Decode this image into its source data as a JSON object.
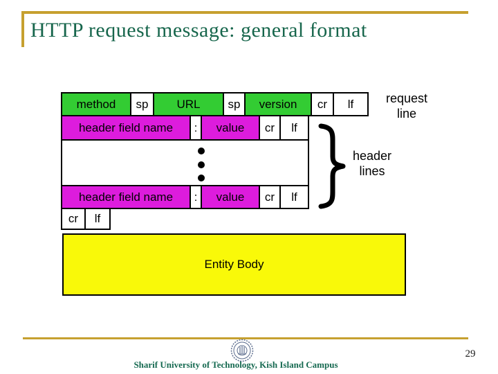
{
  "slide": {
    "title": "HTTP request message: general format",
    "page_number": "29",
    "footer": "Sharif University of Technology, Kish Island Campus"
  },
  "colors": {
    "gold": "#C6A02F",
    "title_green": "#17664C",
    "footer_green": "#156950",
    "box_green": "#33CC33",
    "box_magenta": "#DD1CDD",
    "box_yellow": "#F9F909"
  },
  "diagram": {
    "request_line_row": {
      "cells": [
        "method",
        "sp",
        "URL",
        "sp",
        "version",
        "cr",
        "lf"
      ]
    },
    "request_line_label": {
      "line1": "request",
      "line2": "line"
    },
    "header_row_1": {
      "cells": [
        "header field name",
        ":",
        "value",
        "cr",
        "lf"
      ]
    },
    "header_row_2": {
      "cells": [
        "header field name",
        ":",
        "value",
        "cr",
        "lf"
      ]
    },
    "ellipsis_icon": "vertical-dots",
    "crlf_row": {
      "cells": [
        "cr",
        "lf"
      ]
    },
    "header_lines_label": {
      "line1": "header",
      "line2": "lines"
    },
    "entity_body_label": "Entity Body"
  }
}
